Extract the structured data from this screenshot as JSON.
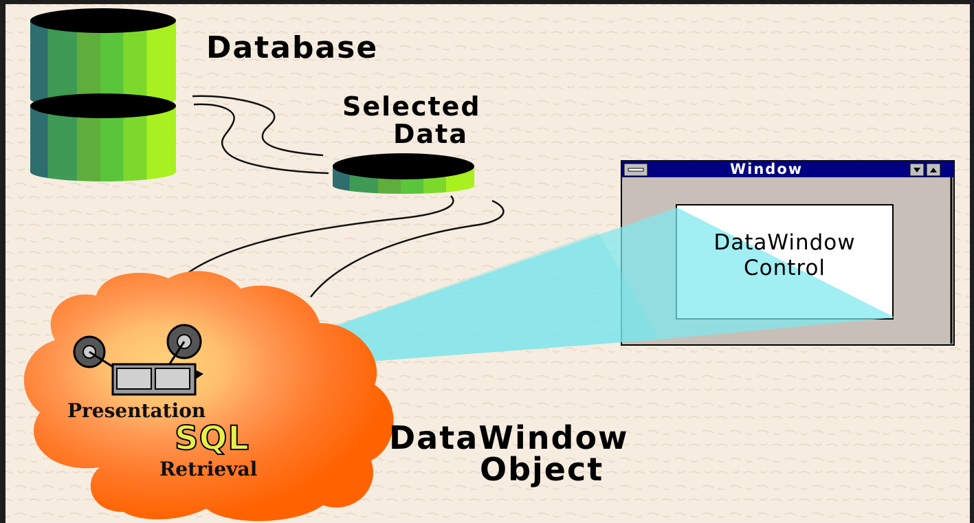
{
  "labels": {
    "database": "Database",
    "selected_data_line1": "Selected",
    "selected_data_line2": "Data",
    "window_title": "Window",
    "control_line1": "DataWindow",
    "control_line2": "Control",
    "presentation": "Presentation",
    "sql": "SQL",
    "retrieval": "Retrieval",
    "object_line1": "DataWindow",
    "object_line2": "Object"
  },
  "icons": {
    "database": "database-cylinder-icon",
    "selected_data": "data-disk-icon",
    "projector": "film-projector-icon",
    "system_menu": "system-menu-icon",
    "minimize": "minimize-arrow-icon",
    "maximize": "maximize-arrow-icon"
  },
  "colors": {
    "background": "#f6ecdf",
    "window_title_bar": "#000080",
    "window_frame": "#c8c0b8",
    "projection_beam": "#7de8ee",
    "cloud_orange": "#ff6a00",
    "cylinder_green": "#3aa838"
  }
}
